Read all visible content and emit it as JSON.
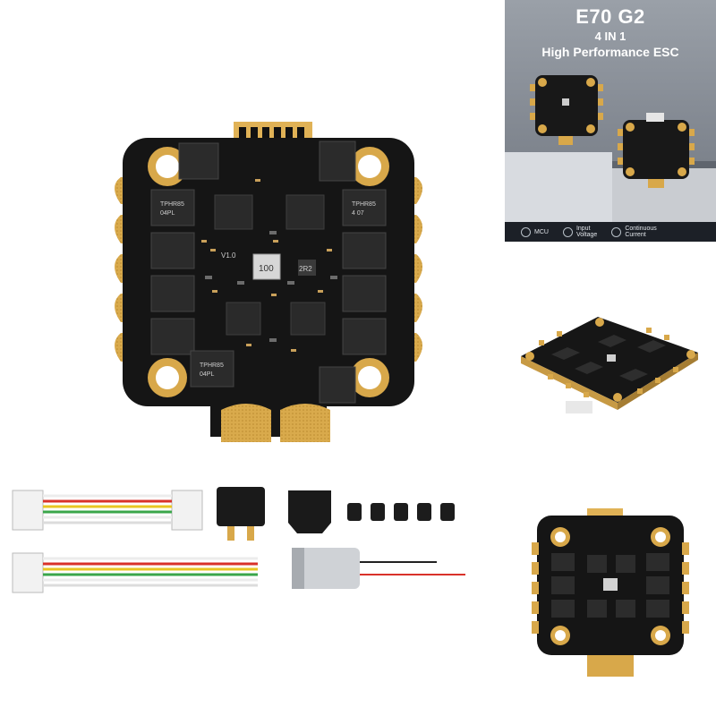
{
  "banner": {
    "title": "E70 G2",
    "subtitle_line1": "4 IN 1",
    "subtitle_line2": "High Performance ESC",
    "features": [
      {
        "icon": "mcu-icon",
        "label": "MCU"
      },
      {
        "icon": "input-icon",
        "label": "Input\nVoltage"
      },
      {
        "icon": "continuous-icon",
        "label": "Continuous\nCurrent"
      }
    ]
  },
  "board": {
    "mosfet_marking_line1": "TPHR85",
    "mosfet_marking_line2": "04PL",
    "mosfet_marking_line3": "4 07",
    "inductor_marking": "100",
    "inductor2_marking": "2R2",
    "version_marking": "V1.0"
  },
  "colors": {
    "pcb": "#151515",
    "gold": "#d8a84a",
    "banner_bg": "#8a9099",
    "wire_red": "#d9322a",
    "wire_yellow": "#e8c622",
    "wire_green": "#3aa64a",
    "wire_white": "#ececec"
  }
}
